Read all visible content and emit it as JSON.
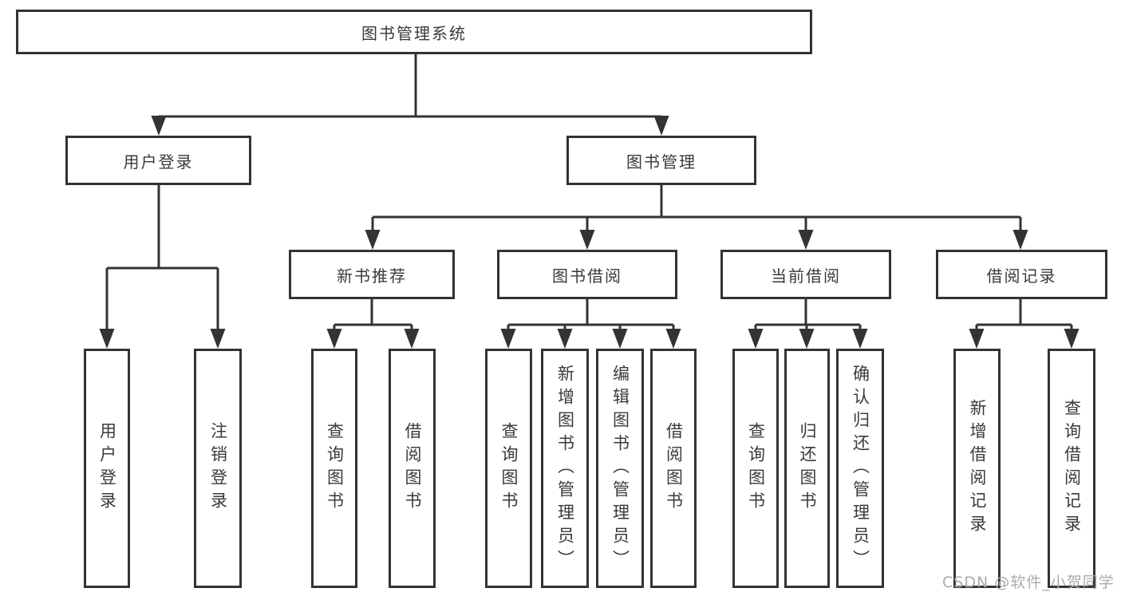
{
  "tree": {
    "label": "图书管理系统",
    "children": [
      {
        "label": "用户登录",
        "children": [
          {
            "label": "用户登录"
          },
          {
            "label": "注销登录"
          }
        ]
      },
      {
        "label": "图书管理",
        "children": [
          {
            "label": "新书推荐",
            "children": [
              {
                "label": "查询图书"
              },
              {
                "label": "借阅图书"
              }
            ]
          },
          {
            "label": "图书借阅",
            "children": [
              {
                "label": "查询图书"
              },
              {
                "label": "新增图书（管理员）"
              },
              {
                "label": "编辑图书（管理员）"
              },
              {
                "label": "借阅图书"
              }
            ]
          },
          {
            "label": "当前借阅",
            "children": [
              {
                "label": "查询图书"
              },
              {
                "label": "归还图书"
              },
              {
                "label": "确认归还（管理员）"
              }
            ]
          },
          {
            "label": "借阅记录",
            "children": [
              {
                "label": "新增借阅记录"
              },
              {
                "label": "查询借阅记录"
              }
            ]
          }
        ]
      }
    ]
  },
  "watermark": {
    "text": "CSDN @软件_小贺同学"
  },
  "colors": {
    "line": "#333333",
    "box_border": "#333333",
    "box_fill": "#ffffff",
    "text": "#3a3a3a",
    "watermark": "#ababab",
    "background": "#ffffff"
  }
}
